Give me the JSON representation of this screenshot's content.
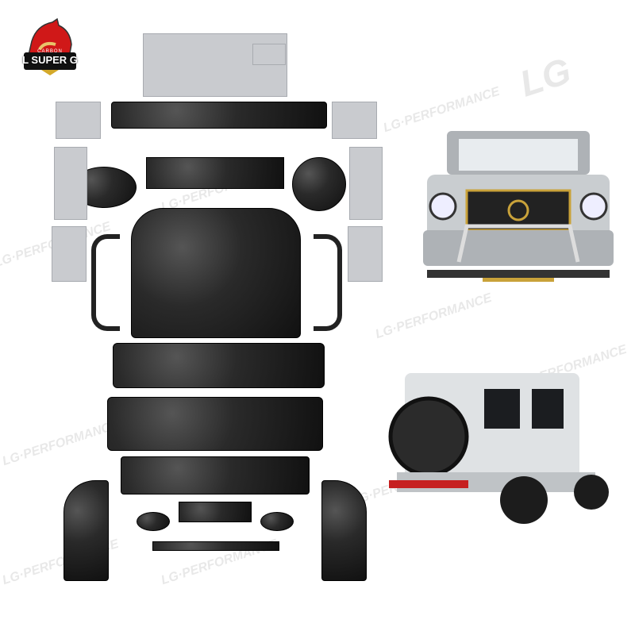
{
  "logo": {
    "brand_top": "CARBON",
    "brand_main": "L SUPER G"
  },
  "watermark": {
    "text": "LG·PERFORMANCE",
    "big": "LG",
    "small": "·PERFORMANCE"
  },
  "colors": {
    "forged_carbon": "#2a2a2a",
    "body_grey": "#c9cbcf",
    "logo_red": "#d01818",
    "gold": "#c9a23a"
  }
}
